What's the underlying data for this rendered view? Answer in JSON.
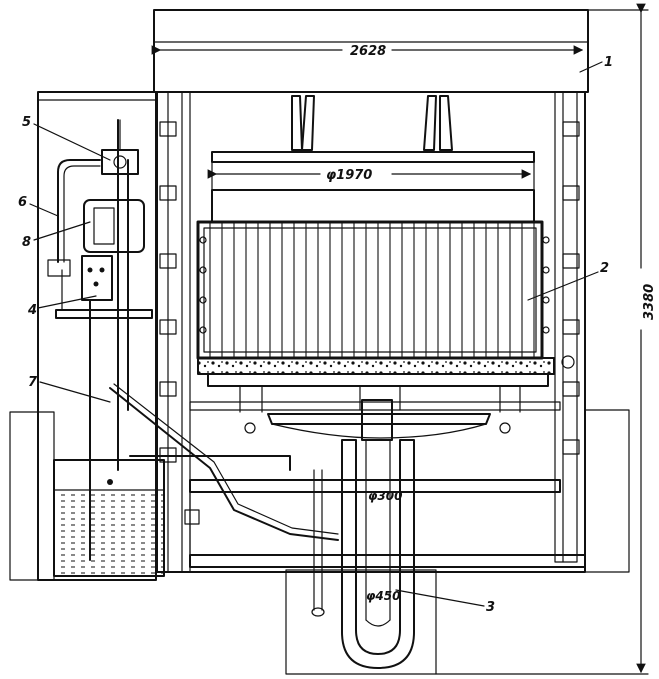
{
  "dimensions": {
    "width_top": "2628",
    "height_right": "3380",
    "rotor_diameter": "φ1970",
    "tube_outer_diameter": "φ300",
    "tube_inner_diameter": "φ450"
  },
  "callouts": {
    "c1": "1",
    "c2": "2",
    "c3": "3",
    "c4": "4",
    "c5": "5",
    "c6": "6",
    "c7": "7",
    "c8": "8"
  }
}
